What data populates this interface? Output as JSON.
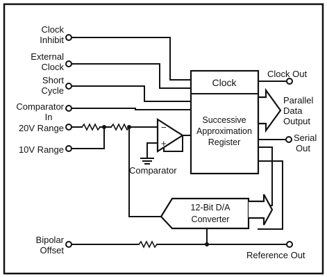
{
  "pins": {
    "clock_inhibit": [
      "Clock",
      "Inhibit"
    ],
    "external_clock": [
      "External",
      "Clock"
    ],
    "short_cycle": [
      "Short",
      "Cycle"
    ],
    "comparator_in": [
      "Comparator",
      "In"
    ],
    "range_20v": "20V Range",
    "range_10v": "10V Range",
    "bipolar_offset": [
      "Bipolar",
      "Offset"
    ],
    "clock_out": "Clock Out",
    "parallel_data_output": [
      "Parallel",
      "Data",
      "Output"
    ],
    "serial_out": [
      "Serial",
      "Out"
    ],
    "reference_out": "Reference Out"
  },
  "blocks": {
    "clock": "Clock",
    "sar": [
      "Successive",
      "Approximation",
      "Register"
    ],
    "dac": [
      "12-Bit D/A",
      "Converter"
    ],
    "comparator_label": "Comparator",
    "comparator_minus": "−",
    "comparator_plus": "+"
  }
}
